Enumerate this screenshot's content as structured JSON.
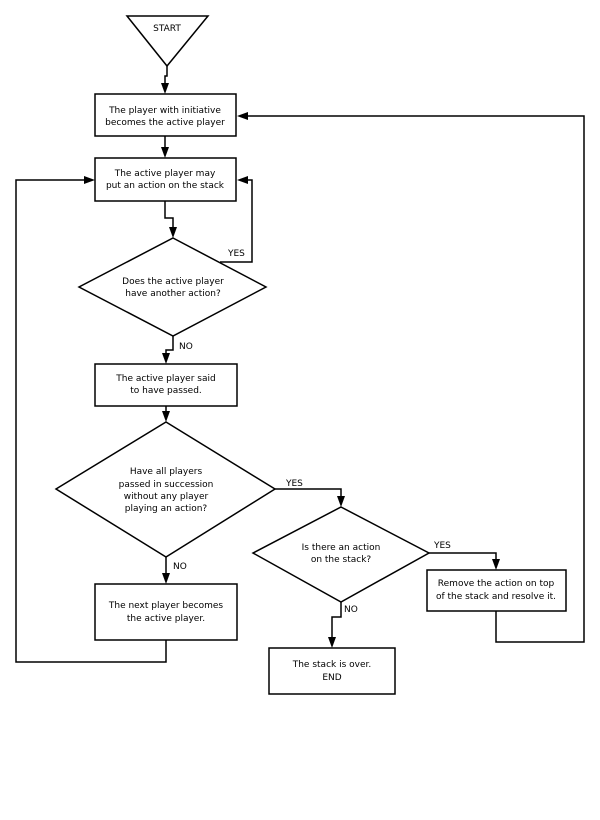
{
  "nodes": {
    "start": "START",
    "initiative": [
      "The player with initiative",
      "becomes the active player"
    ],
    "may_put": [
      "The active player may",
      "put an action on the stack"
    ],
    "another_action": [
      "Does the active player",
      "have another action?"
    ],
    "passed": [
      "The active player said",
      "to have passed."
    ],
    "all_passed": [
      "Have all players",
      "passed in succession",
      "without any player",
      "playing an action?"
    ],
    "next_player": [
      "The next player becomes",
      "the active player."
    ],
    "is_action": [
      "Is there an action",
      "on the stack?"
    ],
    "resolve": [
      "Remove the action on top",
      "of the stack and resolve it."
    ],
    "end": [
      "The stack is over.",
      "END"
    ]
  },
  "edge_labels": {
    "another_yes": "YES",
    "another_no": "NO",
    "all_passed_yes": "YES",
    "all_passed_no": "NO",
    "is_action_yes": "YES",
    "is_action_no": "NO"
  },
  "colors": {
    "stroke": "#000000",
    "fill": "#ffffff",
    "text": "#000000"
  }
}
